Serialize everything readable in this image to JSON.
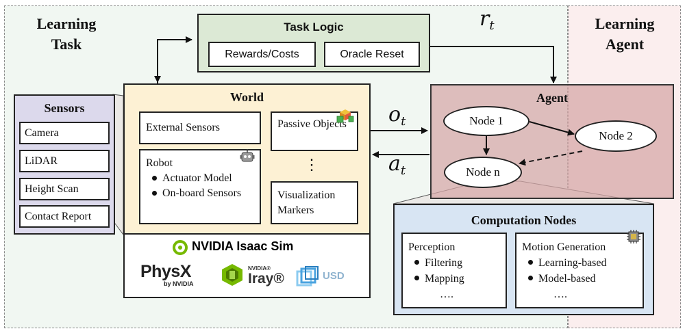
{
  "regions": {
    "learning_task": "Learning\nTask",
    "learning_agent": "Learning\nAgent"
  },
  "task_logic": {
    "title": "Task Logic",
    "items": [
      "Rewards/Costs",
      "Oracle Reset"
    ]
  },
  "sensors": {
    "title": "Sensors",
    "items": [
      "Camera",
      "LiDAR",
      "Height Scan",
      "Contact Report"
    ]
  },
  "world": {
    "title": "World",
    "external_sensors": "External Sensors",
    "robot": {
      "label": "Robot",
      "items": [
        "Actuator Model",
        "On-board Sensors"
      ]
    },
    "passive_objects": "Passive Objects",
    "ellipsis": "⋮",
    "visualization_markers": "Visualization Markers"
  },
  "isaac": {
    "title": "NVIDIA Isaac Sim",
    "logos": {
      "physx_main": "PhysX",
      "physx_sub": "by NVIDIA",
      "iray_top": "NVIDIA®",
      "iray_main": "Iray®",
      "usd": "USD"
    },
    "colors": {
      "nvidia_green": "#76b900",
      "usd_blue": "#4aa3df"
    }
  },
  "signals": {
    "o": "o",
    "a": "a",
    "r": "r",
    "sub": "t"
  },
  "agent": {
    "title": "Agent",
    "nodes": [
      "Node 1",
      "Node 2",
      "Node n"
    ]
  },
  "computation": {
    "title": "Computation Nodes",
    "perception": {
      "title": "Perception",
      "items": [
        "Filtering",
        "Mapping"
      ],
      "more": "…."
    },
    "motion": {
      "title": "Motion Generation",
      "items": [
        "Learning-based",
        "Model-based"
      ],
      "more": "…."
    }
  },
  "colors": {
    "task_bg": "#f1f7f2",
    "agent_bg": "#fbeeee",
    "task_logic_fill": "#dce9d5",
    "sensors_fill": "#dcd9ec",
    "world_fill": "#fdf1d4",
    "agent_fill": "#e5c2c2",
    "computation_fill": "#d8e5f3"
  },
  "icons": [
    "robot-icon",
    "blocks-icon",
    "chip-icon",
    "isaac-logo-icon",
    "physx-logo",
    "iray-logo-icon",
    "usd-logo-icon"
  ]
}
